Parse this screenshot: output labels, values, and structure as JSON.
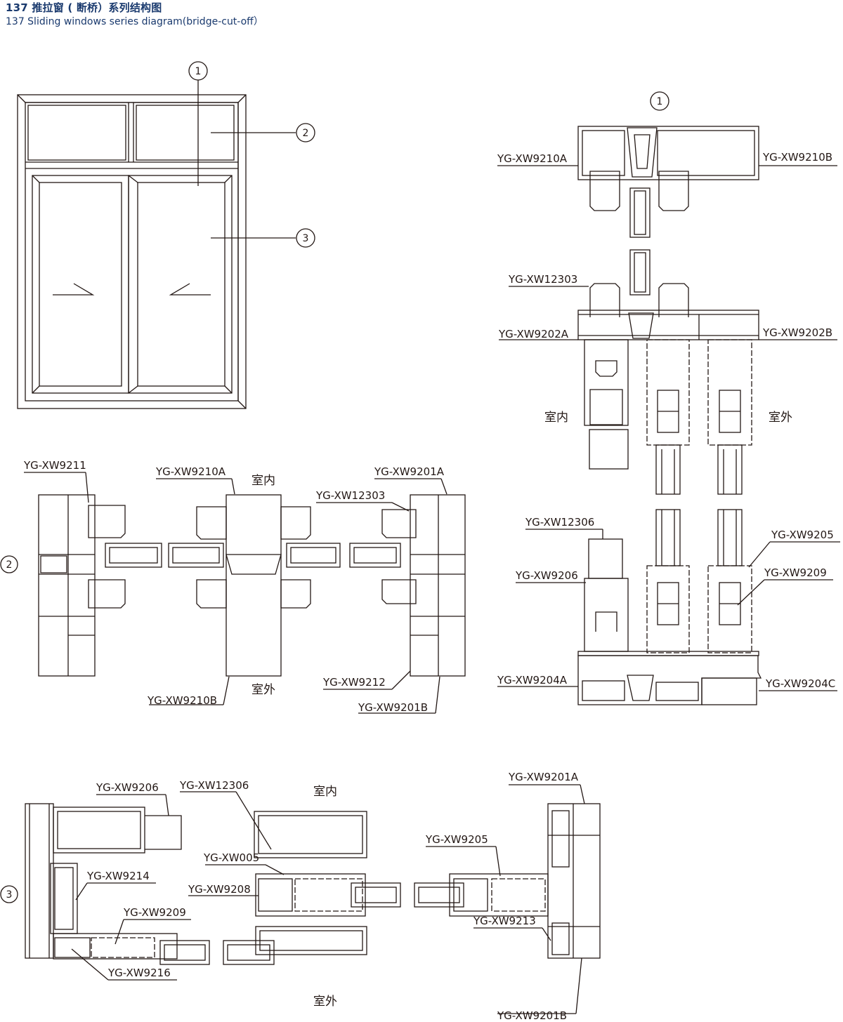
{
  "header": {
    "title_cn": "137 推拉窗 ( 断桥）系列结构图",
    "title_en": "137 Sliding windows series diagram(bridge-cut-off）"
  },
  "callouts": [
    "1",
    "2",
    "3"
  ],
  "zones": {
    "indoor": "室内",
    "outdoor": "室外"
  },
  "section1": {
    "top_left": "YG-XW9210A",
    "top_right": "YG-XW9210B",
    "sash_stop": "YG-XW12303",
    "mid_left": "YG-XW9202A",
    "mid_right": "YG-XW9202B",
    "lower_stop": "YG-XW12306",
    "lower_left": "YG-XW9206",
    "lower_r1": "YG-XW9205",
    "lower_r2": "YG-XW9209",
    "bot_left": "YG-XW9204A",
    "bot_right": "YG-XW9204C"
  },
  "section2": {
    "a": "YG-XW9211",
    "b": "YG-XW9210A",
    "c": "YG-XW9201A",
    "d": "YG-XW12303",
    "e": "YG-XW9212",
    "f": "YG-XW9210B",
    "g": "YG-XW9201B"
  },
  "section3": {
    "a": "YG-XW9206",
    "b": "YG-XW12306",
    "c": "YG-XW005",
    "d": "YG-XW9214",
    "e": "YG-XW9208",
    "f": "YG-XW9209",
    "g": "YG-XW9216",
    "h": "YG-XW9201A",
    "i": "YG-XW9205",
    "j": "YG-XW9213",
    "k": "YG-XW9201B"
  }
}
